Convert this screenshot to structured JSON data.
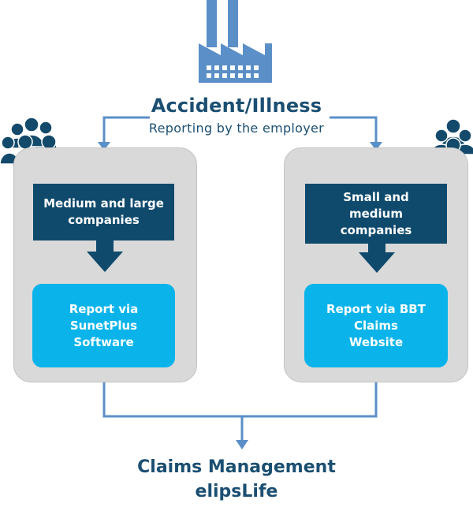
{
  "top": {
    "title": "Accident/Illness",
    "subtitle": "Reporting by the employer"
  },
  "left": {
    "company_type": "Medium and large\ncompanies",
    "report": "Report via\nSunetPlus\nSoftware"
  },
  "right": {
    "company_type": "Small and\nmedium\ncompanies",
    "report": "Report via BBT\nClaims\nWebsite"
  },
  "bottom": {
    "line1": "Claims Management",
    "line2": "elipsLife"
  },
  "colors": {
    "navy": "#0f4a6d",
    "cyan": "#0ab4ea",
    "connector": "#5b8fc7",
    "panel": "#d9d9d9"
  },
  "icons": [
    "factory-icon",
    "people-group-icon-left",
    "people-group-icon-right"
  ]
}
